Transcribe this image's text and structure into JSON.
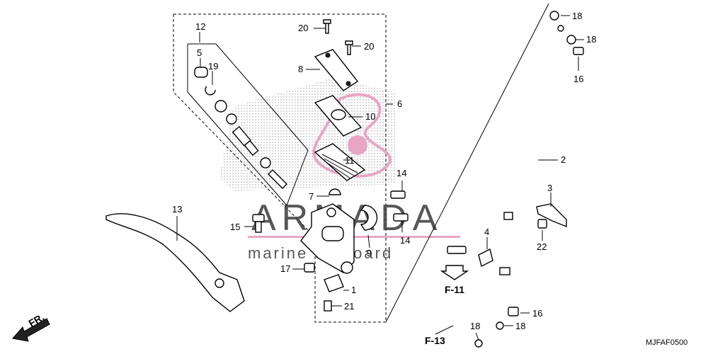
{
  "diagram": {
    "callouts": [
      {
        "id": "c12",
        "text": "12"
      },
      {
        "id": "c5",
        "text": "5"
      },
      {
        "id": "c19",
        "text": "19"
      },
      {
        "id": "c20a",
        "text": "20"
      },
      {
        "id": "c20b",
        "text": "20"
      },
      {
        "id": "c8",
        "text": "8"
      },
      {
        "id": "c6",
        "text": "6"
      },
      {
        "id": "c10",
        "text": "10"
      },
      {
        "id": "c11",
        "text": "11"
      },
      {
        "id": "c14a",
        "text": "14"
      },
      {
        "id": "c14b",
        "text": "14"
      },
      {
        "id": "c7",
        "text": "7"
      },
      {
        "id": "c13",
        "text": "13"
      },
      {
        "id": "c15",
        "text": "15"
      },
      {
        "id": "c9",
        "text": "9"
      },
      {
        "id": "c17",
        "text": "17"
      },
      {
        "id": "c1",
        "text": "1"
      },
      {
        "id": "c21",
        "text": "21"
      },
      {
        "id": "c18a",
        "text": "18"
      },
      {
        "id": "c18b",
        "text": "18"
      },
      {
        "id": "c16a",
        "text": "16"
      },
      {
        "id": "c2",
        "text": "2"
      },
      {
        "id": "c3",
        "text": "3"
      },
      {
        "id": "c22",
        "text": "22"
      },
      {
        "id": "c4",
        "text": "4"
      },
      {
        "id": "c16b",
        "text": "16"
      },
      {
        "id": "c18c",
        "text": "18"
      },
      {
        "id": "c18d",
        "text": "18"
      }
    ],
    "refs": {
      "f11": "F-11",
      "f13": "F-13",
      "fr": "FR."
    },
    "diagram_code": "MJFAF0500",
    "watermark": {
      "brand": "ARMADA",
      "tagline": "marine outboard"
    },
    "colors": {
      "watermark_pink": "#e8a6c4",
      "dots": "#9a9a9a"
    }
  }
}
